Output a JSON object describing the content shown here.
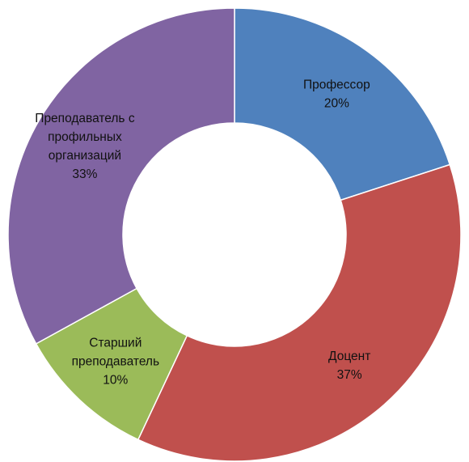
{
  "chart_data": {
    "type": "pie",
    "variant": "donut",
    "start": "top-clockwise",
    "slices": [
      {
        "name": "Профессор",
        "label_lines": [
          "Профессор"
        ],
        "value": 20,
        "value_label": "20%",
        "color": "#4F81BD"
      },
      {
        "name": "Доцент",
        "label_lines": [
          "Доцент"
        ],
        "value": 37,
        "value_label": "37%",
        "color": "#C0504D"
      },
      {
        "name": "Старший преподаватель",
        "label_lines": [
          "Старший",
          "преподаватель"
        ],
        "value": 10,
        "value_label": "10%",
        "color": "#9BBB59"
      },
      {
        "name": "Преподаватель с профильных организаций",
        "label_lines": [
          "Преподаватель с",
          "профильных",
          "организаций"
        ],
        "value": 33,
        "value_label": "33%",
        "color": "#8064A2"
      }
    ],
    "slice_border_color": "#FFFFFF"
  }
}
